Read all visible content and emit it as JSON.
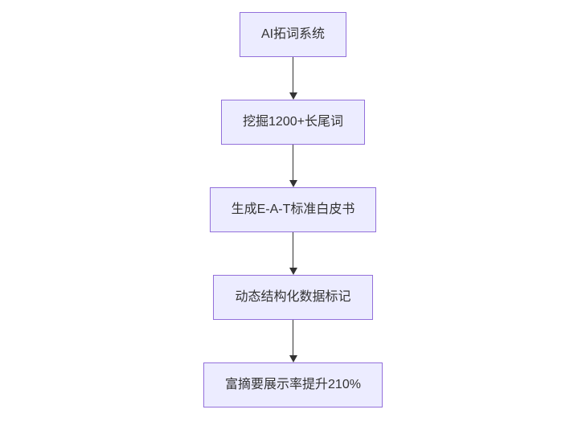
{
  "diagram": {
    "type": "flowchart",
    "direction": "top-down",
    "nodes": [
      {
        "id": "A",
        "label": "AI拓词系统"
      },
      {
        "id": "B",
        "label": "挖掘1200+长尾词"
      },
      {
        "id": "C",
        "label": "生成E-A-T标准白皮书"
      },
      {
        "id": "D",
        "label": "动态结构化数据标记"
      },
      {
        "id": "E",
        "label": "富摘要展示率提升210%"
      }
    ],
    "edges": [
      {
        "from": "A",
        "to": "B"
      },
      {
        "from": "B",
        "to": "C"
      },
      {
        "from": "C",
        "to": "D"
      },
      {
        "from": "D",
        "to": "E"
      }
    ],
    "colors": {
      "node_fill": "#ECECFF",
      "node_border": "#9370DB",
      "text": "#333333",
      "arrow": "#333333",
      "background": "#ffffff"
    }
  }
}
